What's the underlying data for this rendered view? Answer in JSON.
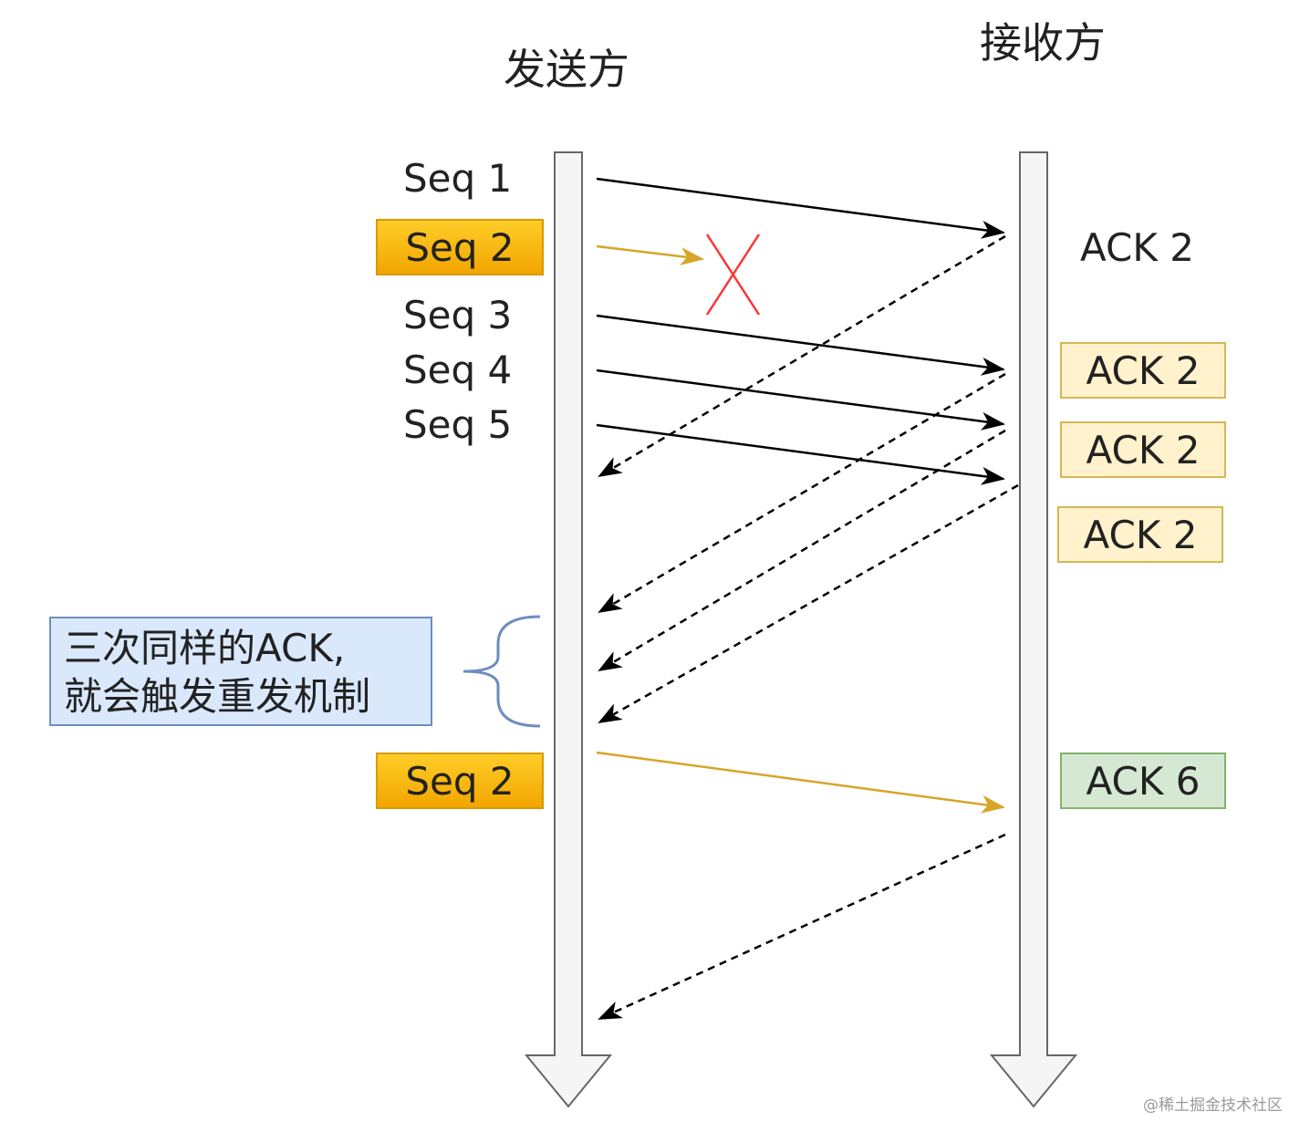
{
  "sender_label": "发送方",
  "receiver_label": "接收方",
  "seq_labels": [
    "Seq 1",
    "Seq 2",
    "Seq 3",
    "Seq 4",
    "Seq 5",
    "Seq 2"
  ],
  "ack_labels": [
    "ACK 2",
    "ACK 2",
    "ACK 2",
    "ACK 2",
    "ACK 6"
  ],
  "note": {
    "line1": "三次同样的ACK,",
    "line2": "就会触发重发机制"
  },
  "watermark": "@稀土掘金技术社区",
  "colors": {
    "retransmit_orange": "#f2a500",
    "dup_ack_yellow": "#fff2cc",
    "new_ack_green": "#d5e8d4",
    "note_blue": "#dae8fc",
    "lost_cross": "#ff0000"
  }
}
